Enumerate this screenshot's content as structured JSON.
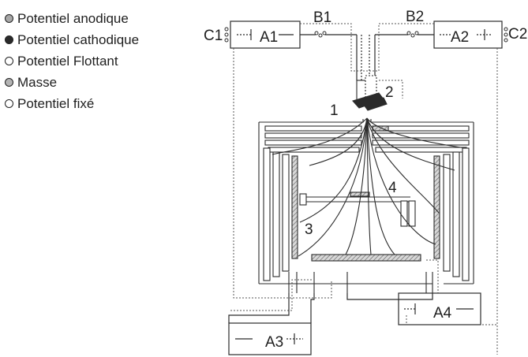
{
  "legend": [
    {
      "label": "Potentiel anodique",
      "color": "#a8a8a8"
    },
    {
      "label": "Potentiel cathodique",
      "color": "#2a2a2a"
    },
    {
      "label": "Potentiel Flottant",
      "color": "#ffffff"
    },
    {
      "label": "Masse",
      "color": "#b4b4b4"
    },
    {
      "label": "Potentiel fixé",
      "color": "#ffffff"
    }
  ],
  "terminals": {
    "c1": "C1",
    "c2": "C2",
    "b1": "B1",
    "b2": "B2"
  },
  "supplies": {
    "a1": "A1",
    "a2": "A2",
    "a3": "A3",
    "a4": "A4"
  },
  "parts": {
    "p1": "1",
    "p2": "2",
    "p3": "3",
    "p4": "4"
  },
  "colors": {
    "line": "#2b2b2b",
    "hatch": "#8a8a8a",
    "dotted": "#555555"
  }
}
